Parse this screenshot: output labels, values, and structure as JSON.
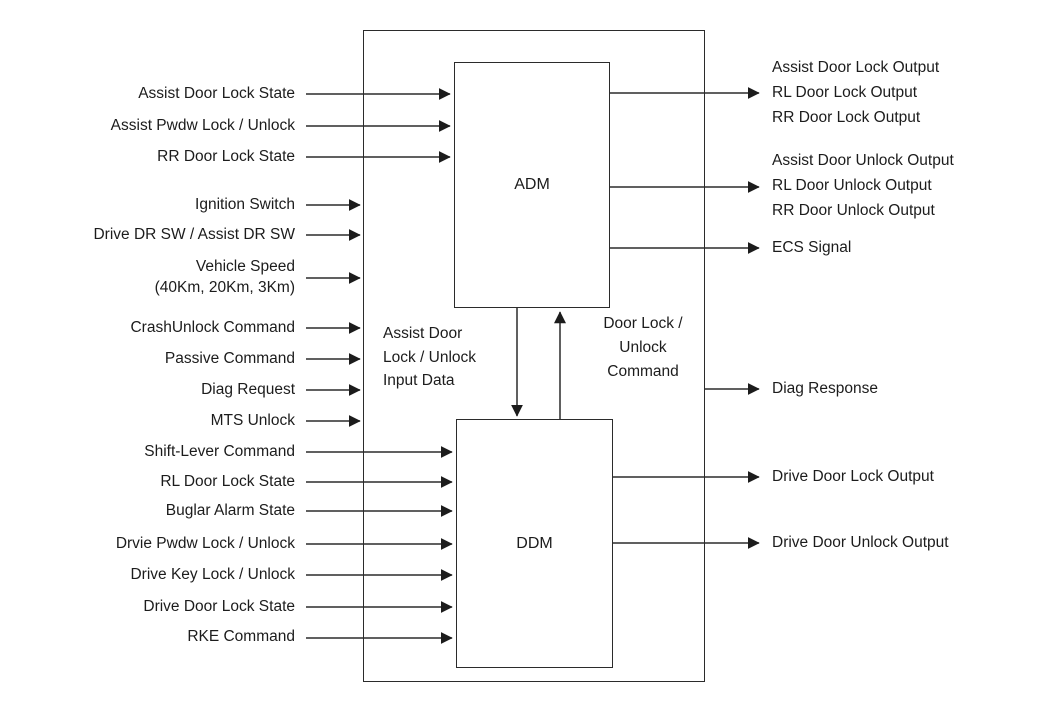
{
  "modules": {
    "adm": "ADM",
    "ddm": "DDM"
  },
  "inputs": {
    "adm": [
      "Assist Door Lock State",
      "Assist Pwdw Lock / Unlock",
      "RR Door Lock State"
    ],
    "system": [
      "Ignition Switch",
      "Drive DR SW / Assist DR SW"
    ],
    "vehicle_speed": [
      "Vehicle Speed",
      "(40Km, 20Km, 3Km)"
    ],
    "commands": [
      "CrashUnlock Command",
      "Passive Command",
      "Diag Request",
      "MTS Unlock"
    ],
    "ddm": [
      "Shift-Lever Command",
      "RL Door Lock State",
      "Buglar Alarm State",
      "Drvie Pwdw Lock / Unlock",
      "Drive Key Lock / Unlock",
      "Drive Door Lock State",
      "RKE Command"
    ]
  },
  "outputs": {
    "adm_lock_group": [
      "Assist Door Lock Output",
      "RL Door Lock Output",
      "RR Door Lock Output"
    ],
    "adm_unlock_group": [
      "Assist Door Unlock Output",
      "RL Door Unlock Output",
      "RR Door Unlock Output"
    ],
    "ecs_signal": "ECS Signal",
    "diag_response": "Diag Response",
    "drive_lock": "Drive Door Lock Output",
    "drive_unlock": "Drive Door Unlock Output"
  },
  "annotations": {
    "assist_input_data": [
      "Assist Door",
      "Lock / Unlock",
      "Input Data"
    ],
    "door_command": [
      "Door Lock /",
      "Unlock",
      "Command"
    ]
  },
  "colors": {
    "line": "#2b2b2b",
    "text": "#1c1c1c",
    "background": "#ffffff"
  }
}
